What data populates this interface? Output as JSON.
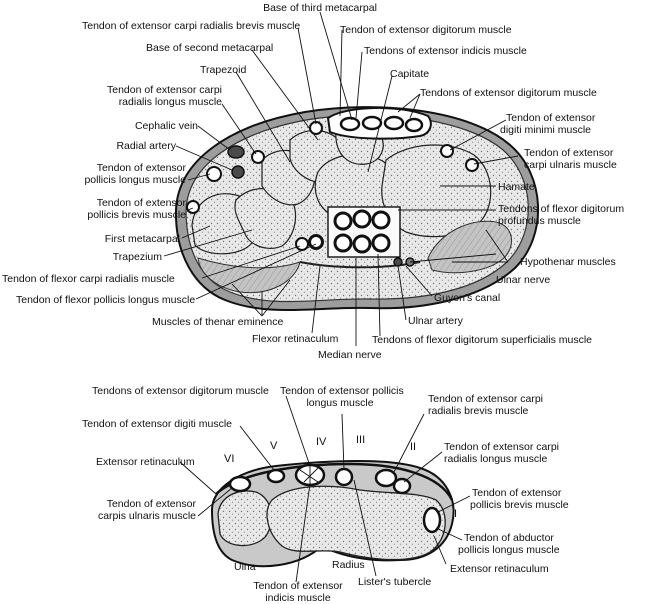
{
  "colors": {
    "bone": "#e6e6e6",
    "tissue": "#bfbfbf",
    "outline": "#1a1a1a",
    "vessel": "#4a4a4a"
  },
  "carpal_section": {
    "labels": {
      "base_third_metacarpal": "Base of third metacarpal",
      "ecrb_tendon": "Tendon of extensor carpi radialis brevis muscle",
      "base_second_metacarpal": "Base of second metacarpal",
      "trapezoid": "Trapezoid",
      "ecrl_tendon_1": "Tendon of extensor carpi",
      "ecrl_tendon_2": "radialis longus muscle",
      "cephalic_vein": "Cephalic vein",
      "radial_artery": "Radial artery",
      "epl_tendon_1": "Tendon of extensor",
      "epl_tendon_2": "pollicis longus muscle",
      "epb_tendon_1": "Tendon of extensor",
      "epb_tendon_2": "pollicis brevis muscle",
      "first_metacarpal": "First metacarpal",
      "trapezium": "Trapezium",
      "fcr_tendon": "Tendon of flexor carpi radialis muscle",
      "fpl_tendon": "Tendon of flexor pollicis longus muscle",
      "thenar_muscles": "Muscles of thenar eminence",
      "flexor_retinaculum": "Flexor retinaculum",
      "median_nerve": "Median nerve",
      "ed_tendon": "Tendon of extensor digitorum muscle",
      "eip_tendons": "Tendons of extensor indicis muscle",
      "capitate": "Capitate",
      "ed_tendons": "Tendons of extensor digitorum muscle",
      "edm_tendon_1": "Tendon of extensor",
      "edm_tendon_2": "digiti minimi muscle",
      "ecu_tendon_1": "Tendon of extensor",
      "ecu_tendon_2": "carpi ulnaris muscle",
      "hamate": "Hamate",
      "fdp_tendons_1": "Tendons of flexor digitorum",
      "fdp_tendons_2": "profundus muscle",
      "hypothenar": "Hypothenar muscles",
      "ulnar_nerve": "Ulnar nerve",
      "guyons_canal": "Guyon's canal",
      "ulnar_artery": "Ulnar artery",
      "fds_tendons": "Tendons of flexor digitorum superficialis muscle"
    }
  },
  "wrist_section": {
    "labels": {
      "ed_tendons": "Tendons of extensor digitorum muscle",
      "epl_tendon_1": "Tendon of extensor pollicis",
      "epl_tendon_2": "longus muscle",
      "ecrb_tendon_1": "Tendon of extensor carpi",
      "ecrb_tendon_2": "radialis brevis muscle",
      "edm_tendon": "Tendon of extensor digiti muscle",
      "ecrl_tendon_1": "Tendon of extensor carpi",
      "ecrl_tendon_2": "radialis longus muscle",
      "extensor_retinaculum_left": "Extensor retinaculum",
      "epb_tendon_1": "Tendon of extensor",
      "epb_tendon_2": "pollicis brevis muscle",
      "ecu_tendon_1": "Tendon of extensor",
      "ecu_tendon_2": "carpis ulnaris muscle",
      "apl_tendon_1": "Tendon of abductor",
      "apl_tendon_2": "pollicis longus muscle",
      "extensor_retinaculum_right": "Extensor retinaculum",
      "ulna": "Ulna",
      "radius": "Radius",
      "eip_tendon_1": "Tendon of extensor",
      "eip_tendon_2": "indicis muscle",
      "listers_tubercle": "Lister's tubercle"
    },
    "compartments": [
      "VI",
      "V",
      "IV",
      "III",
      "II",
      "I"
    ]
  }
}
